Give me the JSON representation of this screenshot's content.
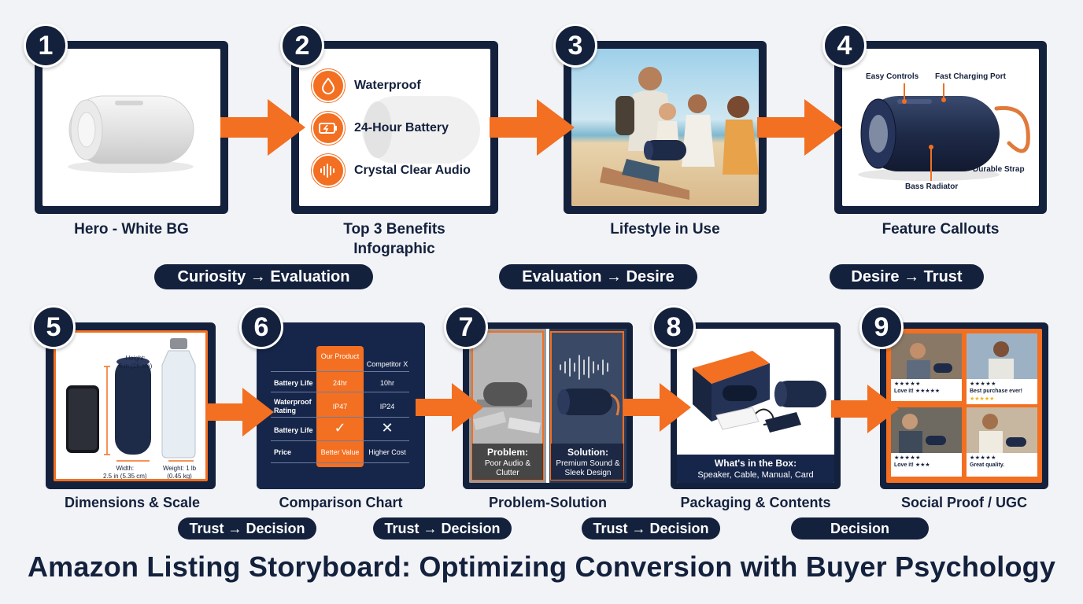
{
  "title": "Amazon Listing Storyboard: Optimizing Conversion with Buyer Psychology",
  "steps": [
    {
      "number": "1",
      "label": "Hero - White BG"
    },
    {
      "number": "2",
      "label": "Top 3 Benefits Infographic",
      "benefits": [
        "Waterproof",
        "24-Hour Battery",
        "Crystal Clear Audio"
      ]
    },
    {
      "number": "3",
      "label": "Lifestyle in Use"
    },
    {
      "number": "4",
      "label": "Feature Callouts",
      "callouts": [
        "Easy Controls",
        "Fast Charging Port",
        "Durable Strap",
        "Bass Radiator"
      ]
    },
    {
      "number": "5",
      "label": "Dimensions & Scale",
      "dims": {
        "height": "Height:",
        "height_val": "6 in (16 cm)",
        "width": "Width:",
        "width_val": "2.5 in (5.35 cm)",
        "weight": "Weight: 1 lb",
        "weight_val": "(0.45 kg)"
      }
    },
    {
      "number": "6",
      "label": "Comparison Chart",
      "table": {
        "our_product": "Our Product",
        "competitor": "Competitor X",
        "rows": [
          {
            "name": "Battery Life",
            "ours": "24hr",
            "theirs": "10hr"
          },
          {
            "name": "Waterproof Rating",
            "ours": "IP47",
            "theirs": "IP24"
          },
          {
            "name": "Battery Life",
            "ours": "✓",
            "theirs": "✕"
          },
          {
            "name": "Price",
            "ours": "Better Value",
            "theirs": "Higher Cost"
          }
        ]
      }
    },
    {
      "number": "7",
      "label": "Problem-Solution",
      "problem_title": "Problem:",
      "problem_text": "Poor Audio & Clutter",
      "solution_title": "Solution:",
      "solution_text": "Premium Sound & Sleek Design"
    },
    {
      "number": "8",
      "label": "Packaging & Contents",
      "box_title": "What's in the Box:",
      "box_text": "Speaker, Cable, Manual, Card"
    },
    {
      "number": "9",
      "label": "Social Proof / UGC",
      "reviews": [
        {
          "stars": "★★★★★",
          "text": "Love it! ★★★★★"
        },
        {
          "stars": "★★★★★",
          "text": "Best purchase ever!",
          "extra": "★★★★★"
        },
        {
          "stars": "★★★★★",
          "text": "Love it! ★★★"
        },
        {
          "stars": "★★★★★",
          "text": "Great quality."
        }
      ]
    }
  ],
  "stages_top": [
    "Curiosity → Evaluation",
    "Evaluation → Desire",
    "Desire → Trust"
  ],
  "stages_bottom": [
    "Trust → Decision",
    "Trust → Decision",
    "Trust → Decision",
    "Decision"
  ],
  "colors": {
    "navy": "#14213d",
    "orange": "#f36f21",
    "background": "#f1f3f6"
  }
}
